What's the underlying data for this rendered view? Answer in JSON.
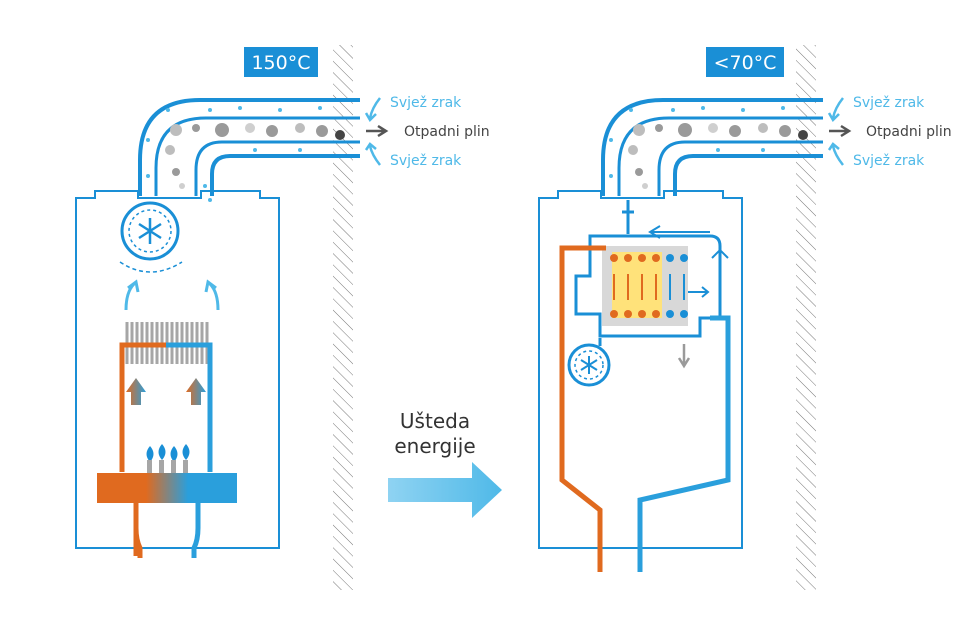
{
  "left_panel": {
    "temperature": "150°C",
    "fresh_air_top": "Svjež zrak",
    "exhaust": "Otpadni plin",
    "fresh_air_bottom": "Svjež zrak"
  },
  "right_panel": {
    "temperature": "<70°C",
    "fresh_air_top": "Svjež zrak",
    "exhaust": "Otpadni plin",
    "fresh_air_bottom": "Svjež zrak"
  },
  "center": {
    "saving_line1": "Ušteda",
    "saving_line2": "energije"
  },
  "colors": {
    "blue": "#1a8fd6",
    "light_blue": "#4fb9e8",
    "orange": "#e06a1f",
    "gray": "#9a9a9a"
  }
}
